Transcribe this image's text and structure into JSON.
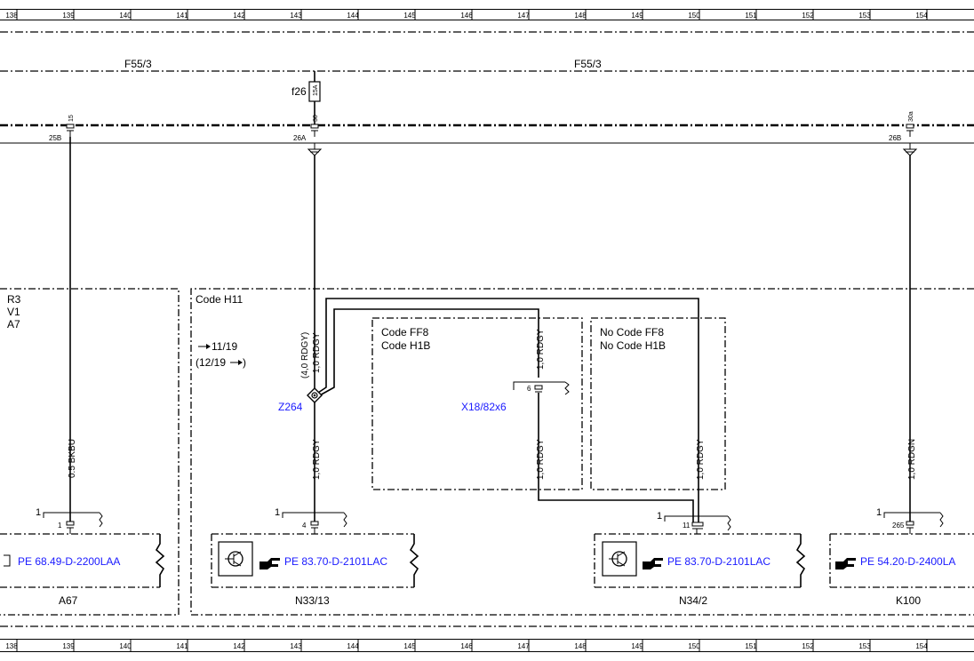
{
  "ruler": {
    "numbers": [
      "138",
      "139",
      "140",
      "141",
      "142",
      "143",
      "144",
      "145",
      "146",
      "147",
      "148",
      "149",
      "150",
      "151",
      "152",
      "153",
      "154"
    ]
  },
  "bus": {
    "left_label": "F55/3",
    "right_label": "F55/3"
  },
  "fuse": {
    "label": "f26",
    "rating": "15A"
  },
  "terminals": {
    "t1": {
      "top": "15",
      "side": "25B"
    },
    "t2": {
      "top": "30",
      "side": "26A"
    },
    "t3": {
      "top": "30a",
      "side": "26B"
    }
  },
  "left_box": {
    "lines": [
      "R3",
      "V1",
      "A7"
    ]
  },
  "main_box": {
    "title": "Code H11",
    "ref_forward": "11/19",
    "ref_back": "(12/19",
    "ref_back_end": ")"
  },
  "splice": {
    "label": "Z264"
  },
  "sub_box1": {
    "line1": "Code FF8",
    "line2": "Code H1B"
  },
  "sub_box2": {
    "line1": "No Code FF8",
    "line2": "No Code H1B"
  },
  "connector_x18": {
    "label": "X18/82x6",
    "pin": "6"
  },
  "wires": {
    "w1": "0.5 BKBU",
    "w2a": "(4,0 RDGY)",
    "w2b": "1,0 RDGY",
    "w2c": "1,0 RDGY",
    "w3a": "1,0 RDGY",
    "w3b": "1,0 RDGY",
    "w4": "1,0 RDGY",
    "w5": "1,0 RDGN"
  },
  "components": [
    {
      "name": "A67",
      "pin": "1",
      "pin_side": "1",
      "ref": "PE 68.49-D-2200LAA"
    },
    {
      "name": "N33/13",
      "pin": "4",
      "pin_side": "1",
      "ref": "PE 83.70-D-2101LAC"
    },
    {
      "name": "N34/2",
      "pin": "11",
      "pin_side": "1",
      "ref": "PE 83.70-D-2101LAC"
    },
    {
      "name": "K100",
      "pin": "265",
      "pin_side": "1",
      "ref": "PE 54.20-D-2400LA"
    }
  ],
  "icons": {
    "pointer": "pointing-hand-icon",
    "ground_module": "module-symbol-icon"
  }
}
